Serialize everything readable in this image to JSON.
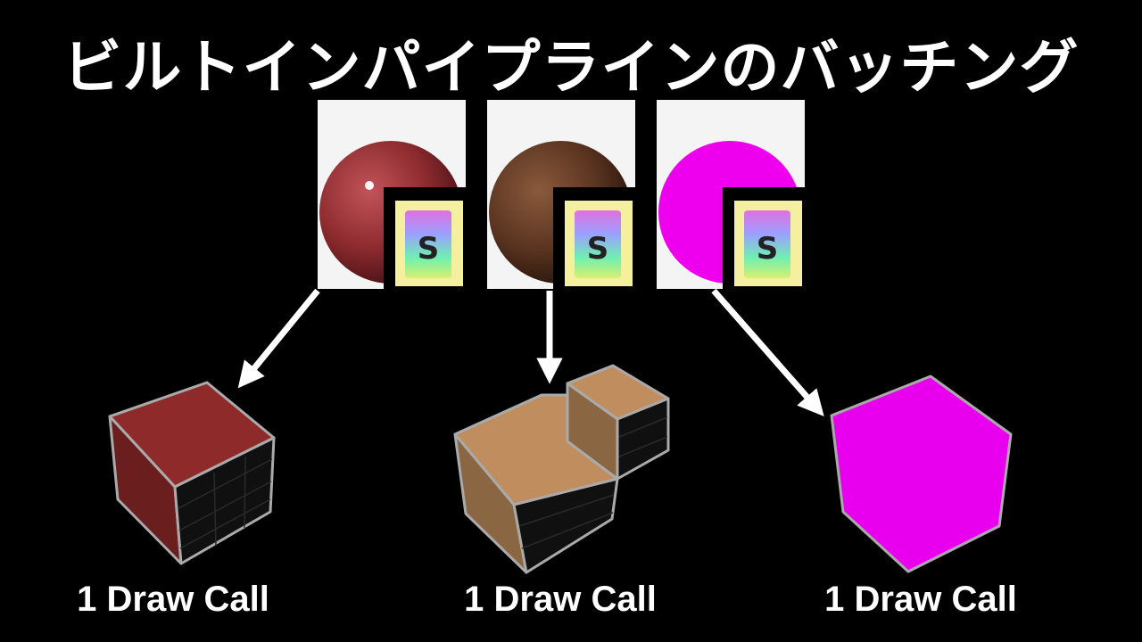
{
  "title": "ビルトインパイプラインのバッチング",
  "shader_glyph": "S",
  "colors": {
    "background": "#000000",
    "swatch_bg": "#f4f4f4",
    "shader_icon_bg": "#f5f0a0",
    "arrow": "#ffffff",
    "cube_outline": "#aaaaaa",
    "material_1": "#8b2a2e",
    "material_2": "#5a3420",
    "material_3": "#ee00ee",
    "object_1": "#8e2a2a",
    "object_2": "#c08e5e",
    "object_3": "#e800ee"
  },
  "groups": [
    {
      "material_icon": "red-sphere-material-icon",
      "object": "red-cube",
      "draw_call_label": "1 Draw Call"
    },
    {
      "material_icon": "brown-sphere-material-icon",
      "object": "brown-step-block",
      "draw_call_label": "1 Draw Call"
    },
    {
      "material_icon": "magenta-sphere-material-icon",
      "object": "magenta-cube",
      "draw_call_label": "1 Draw Call"
    }
  ]
}
